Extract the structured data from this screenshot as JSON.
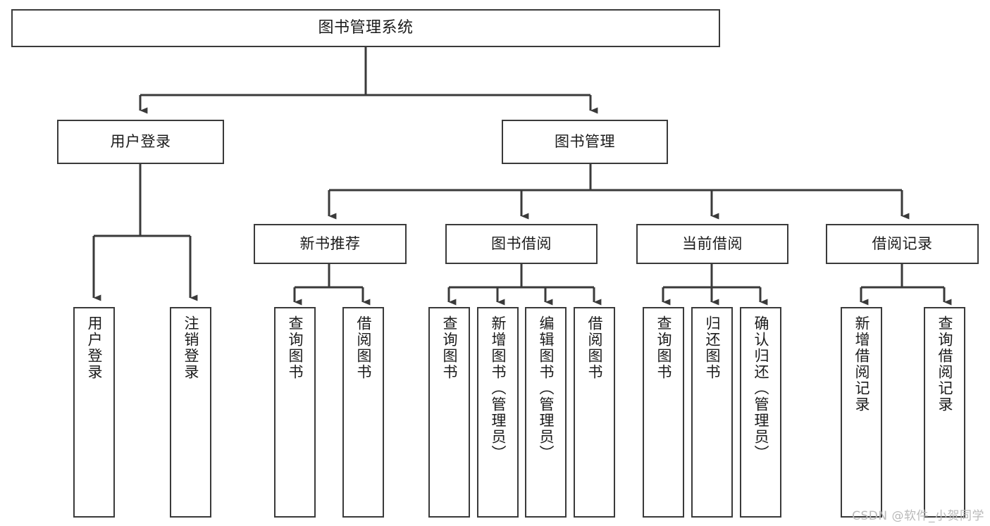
{
  "diagram": {
    "title": "图书管理系统",
    "type": "tree-hierarchy-chart",
    "colors": {
      "background": "#ffffff",
      "node_border": "#3a3a3a",
      "node_fill": "#ffffff",
      "edge": "#3a3a3a",
      "text": "#1b1b1b",
      "watermark": "#b9b9b9"
    }
  },
  "root": {
    "label": "图书管理系统"
  },
  "branches": [
    {
      "label": "用户登录"
    },
    {
      "label": "图书管理"
    }
  ],
  "subbranches": [
    {
      "label": "新书推荐"
    },
    {
      "label": "图书借阅"
    },
    {
      "label": "当前借阅"
    },
    {
      "label": "借阅记录"
    }
  ],
  "leaves": {
    "user_login": [
      {
        "label": "用户登录"
      },
      {
        "label": "注销登录"
      }
    ],
    "new_book_recommend": [
      {
        "label": "查询图书"
      },
      {
        "label": "借阅图书"
      }
    ],
    "book_borrow": [
      {
        "label": "查询图书"
      },
      {
        "label": "新增图书（管理员）"
      },
      {
        "label": "编辑图书（管理员）"
      },
      {
        "label": "借阅图书"
      }
    ],
    "current_borrow": [
      {
        "label": "查询图书"
      },
      {
        "label": "归还图书"
      },
      {
        "label": "确认归还（管理员）"
      }
    ],
    "borrow_record": [
      {
        "label": "新增借阅记录"
      },
      {
        "label": "查询借阅记录"
      }
    ]
  },
  "watermark": {
    "text": "CSDN @软件_小贺同学"
  }
}
